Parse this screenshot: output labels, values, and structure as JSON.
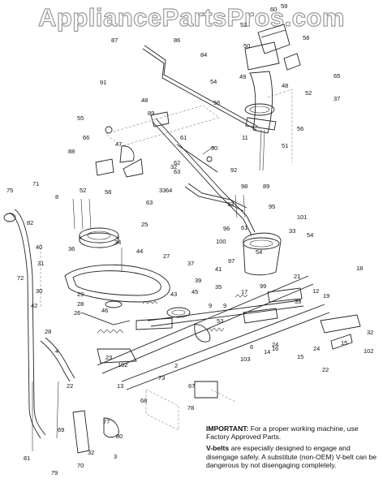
{
  "watermark": "AppliancePartsPros.com",
  "notice": {
    "important_heading": "IMPORTANT:",
    "important_text": "For a proper working machine, use Factory Approved Parts.",
    "vbelts_heading": "V-belts",
    "vbelts_text": "are especially designed to engage and disengage safely. A substitute (non-OEM) V-belt can be dangerous by not disengaging completely."
  },
  "callouts": [
    "59",
    "60",
    "52",
    "58",
    "50",
    "87",
    "86",
    "84",
    "91",
    "49",
    "65",
    "48",
    "52",
    "37",
    "54",
    "56",
    "56",
    "51",
    "55",
    "48",
    "89",
    "66",
    "47",
    "61",
    "88",
    "90",
    "11",
    "62",
    "63",
    "52",
    "58",
    "32",
    "64",
    "63",
    "33",
    "92",
    "75",
    "71",
    "8",
    "98",
    "89",
    "95",
    "93",
    "96",
    "61",
    "101",
    "82",
    "25",
    "33",
    "54",
    "54",
    "100",
    "72",
    "34",
    "40",
    "31",
    "36",
    "44",
    "27",
    "37",
    "97",
    "18",
    "30",
    "21",
    "41",
    "39",
    "17",
    "99",
    "12",
    "35",
    "45",
    "43",
    "19",
    "33",
    "29",
    "28",
    "42",
    "26",
    "9",
    "9",
    "32",
    "46",
    "53",
    "103",
    "6",
    "24",
    "102",
    "28",
    "4",
    "15",
    "14",
    "16",
    "24",
    "15",
    "22",
    "23",
    "102",
    "13",
    "73",
    "67",
    "69",
    "77",
    "78",
    "22",
    "68",
    "80",
    "81",
    "79",
    "70",
    "32",
    "3",
    "2"
  ]
}
